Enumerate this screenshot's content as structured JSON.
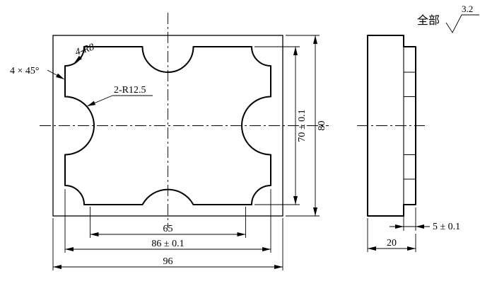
{
  "colors": {
    "line": "#000000",
    "background": "#ffffff"
  },
  "surface_note": {
    "scope": "全部",
    "roughness": "3.2"
  },
  "front_view": {
    "annotations": {
      "chamfer": "4 × 45°",
      "corner_fillets": "4-R8",
      "side_notches": "2-R12.5"
    },
    "dimensions": {
      "inner_width": "65",
      "contour_width": "86 ± 0.1",
      "overall_width": "96",
      "contour_height": "70 ± 0.1",
      "overall_height": "80"
    }
  },
  "side_view": {
    "dimensions": {
      "step_depth": "5 ± 0.1",
      "thickness": "20"
    }
  }
}
